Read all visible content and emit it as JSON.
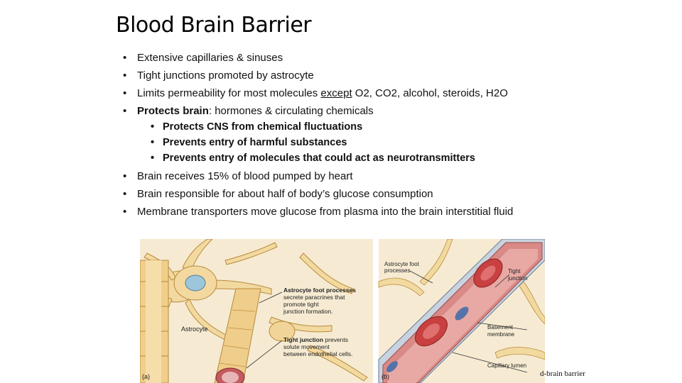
{
  "slide": {
    "title": "Blood Brain Barrier",
    "bullets": {
      "b1": "Extensive capillaries & sinuses",
      "b2": "Tight junctions promoted by astrocyte",
      "b3_pre": "Limits permeability for most molecules ",
      "b3_underline": "except",
      "b3_post": " O2, CO2, alcohol, steroids, H2O",
      "b4_bold": "Protects brain",
      "b4_rest": ": hormones & circulating chemicals",
      "sub1": "Protects CNS from chemical fluctuations",
      "sub2": "Prevents entry of harmful substances",
      "sub3": "Prevents entry of molecules that could act as neurotransmitters",
      "b5": "Brain receives 15% of blood pumped by heart",
      "b6": "Brain responsible for about half of body’s glucose consumption",
      "b7": "Membrane transporters move glucose from plasma into the brain interstitial fluid"
    },
    "bullet_glyph": "•",
    "figure": {
      "a": {
        "label_astrocyte": "Astrocyte",
        "callout1_title": "Astrocyte foot processes",
        "callout1_l2": "secrete paracrines that",
        "callout1_l3": "promote tight",
        "callout1_l4": "junction formation.",
        "callout2_title": "Tight junction",
        "callout2_l1_rest": " prevents",
        "callout2_l2": "solute movement",
        "callout2_l3": "between endothelial cells.",
        "panel_label": "(a)"
      },
      "b": {
        "label_foot1": "Astrocyte foot",
        "label_foot2": "processes",
        "label_tight1": "Tight",
        "label_tight2": "junction",
        "label_basement1": "Basement",
        "label_basement2": "membrane",
        "label_lumen": "Capillary lumen",
        "panel_label": "(b)"
      }
    },
    "source_fragment": "d-brain barrier"
  }
}
